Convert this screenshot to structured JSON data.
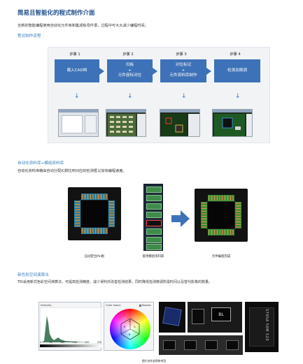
{
  "header": {
    "title": "简易且智能化的程式制作介面",
    "description": "全新的智能编程使用自动化元件库和集成板母件很，过程中可大大减少编程时间。"
  },
  "process": {
    "heading": "程式制作流程",
    "steps": [
      {
        "label": "步骤 1",
        "line1": "载入CAD档",
        "line2": "",
        "line3": ""
      },
      {
        "label": "步骤 2",
        "line1": "扫板",
        "line2": "+",
        "line3": "元件座标对位"
      },
      {
        "label": "步骤 3",
        "line1": "对位标记",
        "line2": "+",
        "line3": "元件资料库制作"
      },
      {
        "label": "步骤 4",
        "line1": "检测及微调",
        "line2": "",
        "line3": ""
      }
    ],
    "arrow_glyph": "↓"
  },
  "library": {
    "heading": "自动化资料库+模组资料库",
    "description": "自动化资料库藉由自动分配IC脚位到对应的检测框以加快编程速度。",
    "captions": [
      "自动定位Pin框",
      "套用模组资料库",
      "元件编程完成"
    ]
  },
  "color": {
    "heading": "新色彩空间演算法",
    "description": "TRI采用新式色彩空间演算法，可提高检测精度，减少误判并改善检测结果，同时降低检测微调所需时间以及替代影像的数量。",
    "hist_title": "Intensity",
    "hist_ticks": [
      "0",
      "50",
      "100",
      "150",
      "200",
      "255"
    ],
    "wheel_title": "Color Space",
    "wheel_option": "Boolean",
    "wheel_labels": [
      "S",
      "R",
      "G",
      "B"
    ],
    "chip_text_1": "BL",
    "chip_text_2": "S705A 50M 520",
    "footer_caption": "图片仅作说明参考用"
  },
  "colors": {
    "brand_blue": "#3d72b8",
    "heading_blue": "#3a7fc1",
    "title_blue": "#1f4f8f"
  }
}
